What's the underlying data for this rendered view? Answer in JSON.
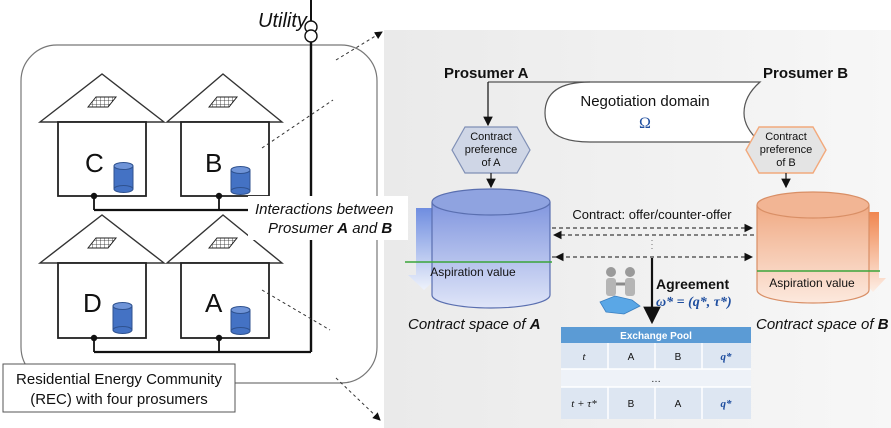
{
  "utility": {
    "label": "Utility"
  },
  "houses": [
    {
      "label": "C"
    },
    {
      "label": "B"
    },
    {
      "label": "D"
    },
    {
      "label": "A"
    }
  ],
  "interactions": {
    "line1": "Interactions between",
    "line2_prefix": "Prosumer ",
    "a": "A",
    "and": " and ",
    "b": "B"
  },
  "rec_caption": {
    "line1": "Residential Energy Community",
    "line2": "(REC) with four prosumers"
  },
  "prosumer_a": {
    "title": "Prosumer A"
  },
  "prosumer_b": {
    "title": "Prosumer B"
  },
  "negotiation": {
    "label": "Negotiation domain",
    "symbol": "Ω"
  },
  "pref_a": {
    "line1": "Contract",
    "line2": "preference",
    "line3": "of A"
  },
  "pref_b": {
    "line1": "Contract",
    "line2": "preference",
    "line3": "of B"
  },
  "contract_offer": {
    "label": "Contract: offer/counter-offer"
  },
  "aspiration": {
    "a": "Aspiration value",
    "b": "Aspiration value"
  },
  "space_a": {
    "prefix": "Contract space of ",
    "letter": "A"
  },
  "space_b": {
    "prefix": "Contract space of ",
    "letter": "B"
  },
  "agreement": {
    "label": "Agreement",
    "formula": "ω* = (q*, τ*)"
  },
  "exchange_pool": {
    "title": "Exchange Pool",
    "rows": [
      [
        "t",
        "A",
        "B",
        "q*"
      ],
      [
        "",
        "…",
        "",
        ""
      ],
      [
        "t + τ*",
        "B",
        "A",
        "q*"
      ]
    ]
  },
  "colors": {
    "cylinder_a": "#8fa3e0",
    "cylinder_b": "#f2b594",
    "aspiration_line": "#3aa53a",
    "hexagon_a": "#cfd6e6",
    "hexagon_b": "#e4e4e4",
    "battery": "#4472c4",
    "pool_header": "#5b9bd5",
    "formula": "#1f4e9f"
  }
}
